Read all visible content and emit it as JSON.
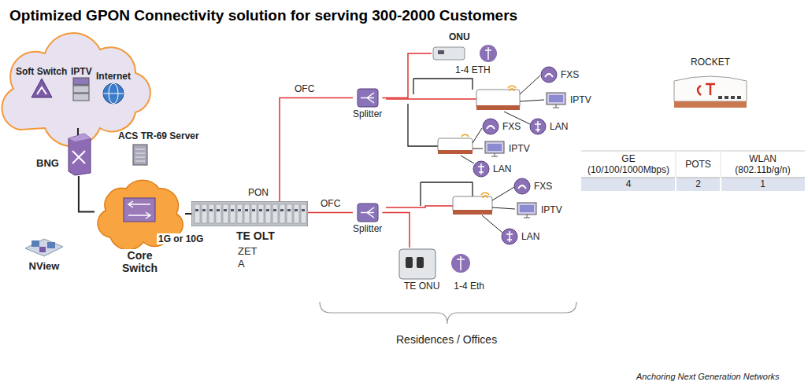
{
  "diagram": {
    "title": "Optimized GPON Connectivity solution for serving 300-2000 Customers",
    "nodes": [
      {
        "text": [
          "Soft Switch"
        ]
      },
      {
        "text": [
          "IPTV"
        ]
      },
      {
        "text": [
          "Internet"
        ]
      },
      {
        "text": [
          "BNG"
        ]
      },
      {
        "text": [
          "ACS TR-69 Server"
        ]
      },
      {
        "text": [
          "Core Switch"
        ]
      },
      {
        "text": [
          "NView"
        ]
      },
      {
        "text": [
          "TE OLT",
          "ZET A"
        ]
      },
      {
        "text": [
          "Splitter"
        ]
      },
      {
        "text": [
          "ONU",
          "1-4 ETH"
        ]
      },
      {
        "text": [
          "FXS"
        ]
      },
      {
        "text": [
          "IPTV"
        ]
      },
      {
        "text": [
          "LAN"
        ]
      },
      {
        "text": [
          "FXS"
        ]
      },
      {
        "text": [
          "IPTV"
        ]
      },
      {
        "text": [
          "LAN"
        ]
      },
      {
        "text": [
          "FXS"
        ]
      },
      {
        "text": [
          "IPTV"
        ]
      },
      {
        "text": [
          "LAN"
        ]
      },
      {
        "text": [
          "Splitter"
        ]
      },
      {
        "text": [
          "TE ONU",
          "1-4 Eth"
        ]
      },
      {
        "text": [
          "ROCKET"
        ]
      }
    ],
    "edges": [
      {
        "from": 3,
        "to": 5,
        "arrow": "none"
      },
      {
        "from": 5,
        "to": 7,
        "label": "1G  or 10G",
        "arrow": "none"
      },
      {
        "from": 7,
        "to": 8,
        "label": "OFC",
        "arrow": "none"
      },
      {
        "from": 7,
        "to": 19,
        "label": "OFC",
        "arrow": "none"
      },
      {
        "from": 8,
        "to": 9,
        "arrow": "none"
      },
      {
        "from": 19,
        "to": 20,
        "arrow": "none"
      }
    ],
    "labels": [
      "PON",
      "Residences / Offices",
      "GE (10/100/1000Mbps)",
      "POTS",
      "WLAN (802.11b/g/n)",
      "4",
      "2",
      "1",
      "Anchoring Next Generation Networks"
    ]
  }
}
